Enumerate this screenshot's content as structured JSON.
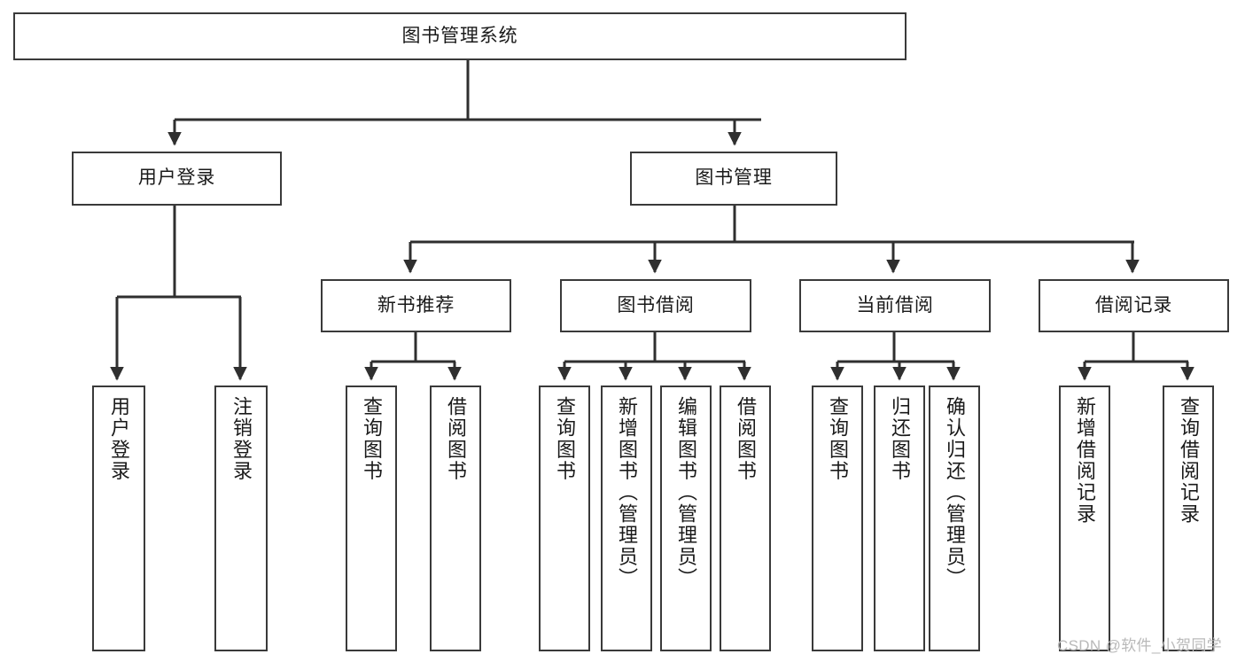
{
  "diagram": {
    "type": "tree",
    "title": "图书管理系统",
    "watermark": "CSDN @软件_小贺同学",
    "colors": {
      "box_border": "#3a3a3a",
      "box_fill": "#ffffff",
      "edge": "#2f2f2f",
      "text": "#1a1a1a",
      "watermark": "#b9b9b9"
    },
    "nodes": {
      "root": {
        "label": "图书管理系统"
      },
      "level1": [
        {
          "id": "user-login",
          "label": "用户登录"
        },
        {
          "id": "book-manage",
          "label": "图书管理"
        }
      ],
      "level2": [
        {
          "id": "new-book-recommend",
          "label": "新书推荐"
        },
        {
          "id": "book-borrow",
          "label": "图书借阅"
        },
        {
          "id": "current-borrow",
          "label": "当前借阅"
        },
        {
          "id": "borrow-record",
          "label": "借阅记录"
        }
      ],
      "leaves": {
        "user-login": [
          {
            "id": "leaf-user-login",
            "label": "用户登录"
          },
          {
            "id": "leaf-logout-login",
            "label": "注销登录"
          }
        ],
        "new-book-recommend": [
          {
            "id": "leaf-query-book-1",
            "label": "查询图书"
          },
          {
            "id": "leaf-borrow-book-1",
            "label": "借阅图书"
          }
        ],
        "book-borrow": [
          {
            "id": "leaf-query-book-2",
            "label": "查询图书"
          },
          {
            "id": "leaf-add-book",
            "label": "新增图书（管理员）"
          },
          {
            "id": "leaf-edit-book",
            "label": "编辑图书（管理员）"
          },
          {
            "id": "leaf-borrow-book-2",
            "label": "借阅图书"
          }
        ],
        "current-borrow": [
          {
            "id": "leaf-query-book-3",
            "label": "查询图书"
          },
          {
            "id": "leaf-return-book",
            "label": "归还图书"
          },
          {
            "id": "leaf-confirm-return",
            "label": "确认归还（管理员）"
          }
        ],
        "borrow-record": [
          {
            "id": "leaf-add-record",
            "label": "新增借阅记录"
          },
          {
            "id": "leaf-query-record",
            "label": "查询借阅记录"
          }
        ]
      }
    }
  }
}
